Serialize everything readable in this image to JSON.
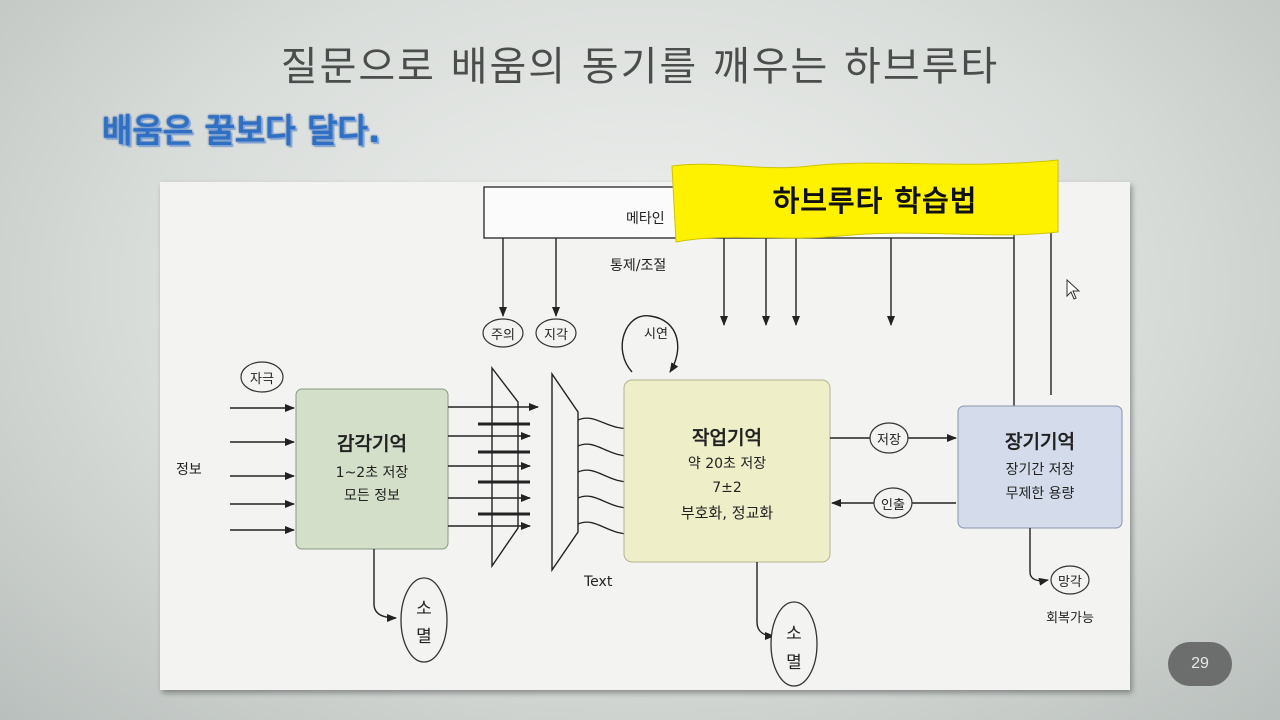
{
  "slide": {
    "title": "질문으로 배움의 동기를 깨우는 하브루타",
    "subtitle": "배움은 꿀보다 달다.",
    "page_number": "29"
  },
  "diagram": {
    "banner": "하브루타 학습법",
    "meta_label": "메타인",
    "control_label": "통제/조절",
    "input_label": "정보",
    "stimulus": "자극",
    "attention": "주의",
    "perception": "지각",
    "rehearsal": "시연",
    "text_label": "Text",
    "store_label": "저장",
    "retrieve_label": "인출",
    "forget_label": "망각",
    "recoverable": "회복가능",
    "extinction_top": "소",
    "extinction_bottom": "멸",
    "sensory": {
      "title": "감각기억",
      "line1": "1~2초 저장",
      "line2": "모든 정보"
    },
    "working": {
      "title": "작업기억",
      "line1": "약 20초 저장",
      "line2": "7±2",
      "line3": "부호화, 정교화"
    },
    "longterm": {
      "title": "장기기억",
      "line1": "장기간 저장",
      "line2": "무제한 용량"
    }
  },
  "colors": {
    "sensory_box": "#d3dfc9",
    "working_box": "#eeeec8",
    "longterm_box": "#d4dcec",
    "banner": "#fff200",
    "subtitle": "#2f6fc4"
  }
}
